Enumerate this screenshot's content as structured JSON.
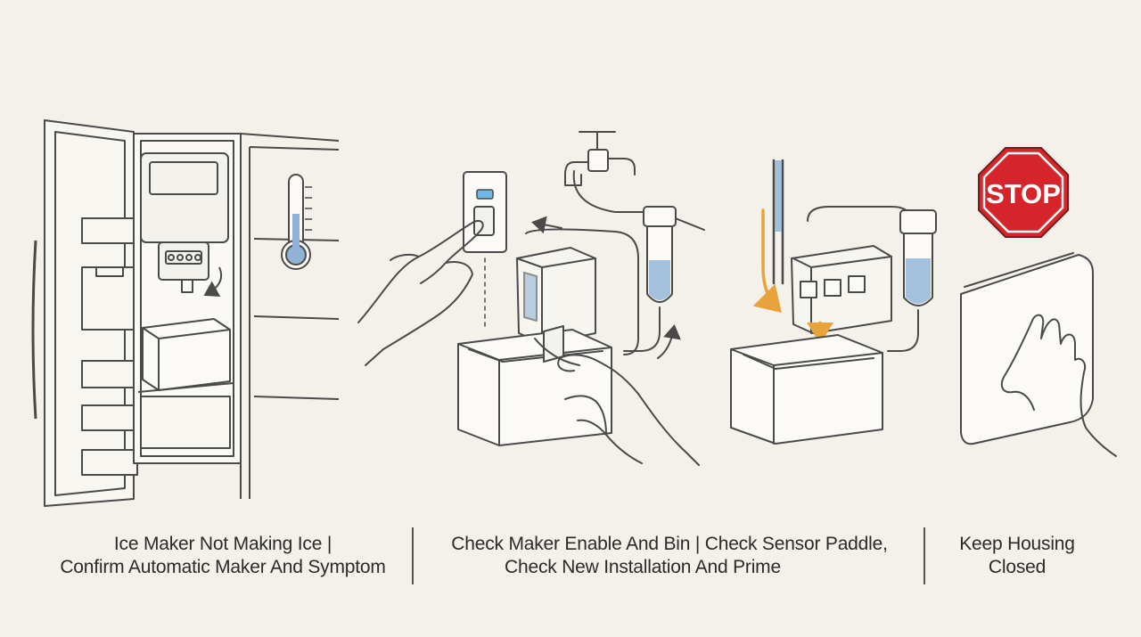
{
  "panels": [
    {
      "caption_line1": "Ice Maker Not Making Ice |",
      "caption_line2": "Confirm Automatic Maker And Symptom"
    },
    {
      "caption_line1": "Check Maker Enable And Bin | Check Sensor Paddle,",
      "caption_line2": "Check New Installation And Prime"
    },
    {
      "caption_line1": "Keep Housing",
      "caption_line2": "Closed"
    }
  ],
  "stop_sign": {
    "text": "STOP",
    "color": "#d6252a"
  },
  "colors": {
    "accent_orange": "#e8a33a",
    "water_blue": "#8fb3d6",
    "indicator_blue": "#6fb8e6",
    "line": "#4a4a4a"
  }
}
